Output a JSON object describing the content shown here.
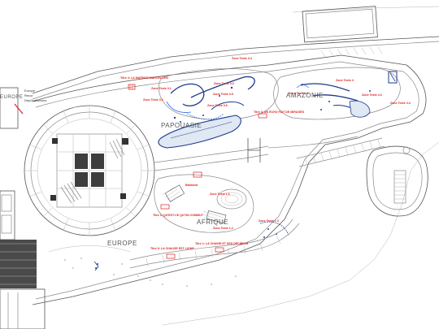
{
  "regions": {
    "papouasie": "PAPOUASIE",
    "amazonie": "AMAZONIE",
    "afrique": "AFRIQUE",
    "europe_main": "EUROPE",
    "europe_side": "EUROPE"
  },
  "side_notes": [
    "Europe",
    "Recor",
    "Dépôt alluvions"
  ],
  "labels": [
    "Titre 4: LA MATRICE MARCELLIN3",
    "Zone Texte 3.1",
    "Zone Texte 3.2",
    "Zone Texte 3.3",
    "Zone Texte 3.4",
    "Zone Texte 3.5",
    "Zone Texte 3.6",
    "Zone Texte 4",
    "Zone Texte 4.1",
    "Zone Texte 4.2",
    "Zone Texte 4.3",
    "Titre 3: UN ÉCHO FAIT DE MIRAGES",
    "Bâtiment",
    "Zone Texte 1.1",
    "Titre 2: QU'EST-CE QU'ON COMMUT",
    "Zone Texte 1.2",
    "Zone Texte 1.3",
    "Titre 1: LA CHAINE ET SES DÉCIBELS",
    "Titre 0: LA CHAUSE EST LIGNE"
  ]
}
